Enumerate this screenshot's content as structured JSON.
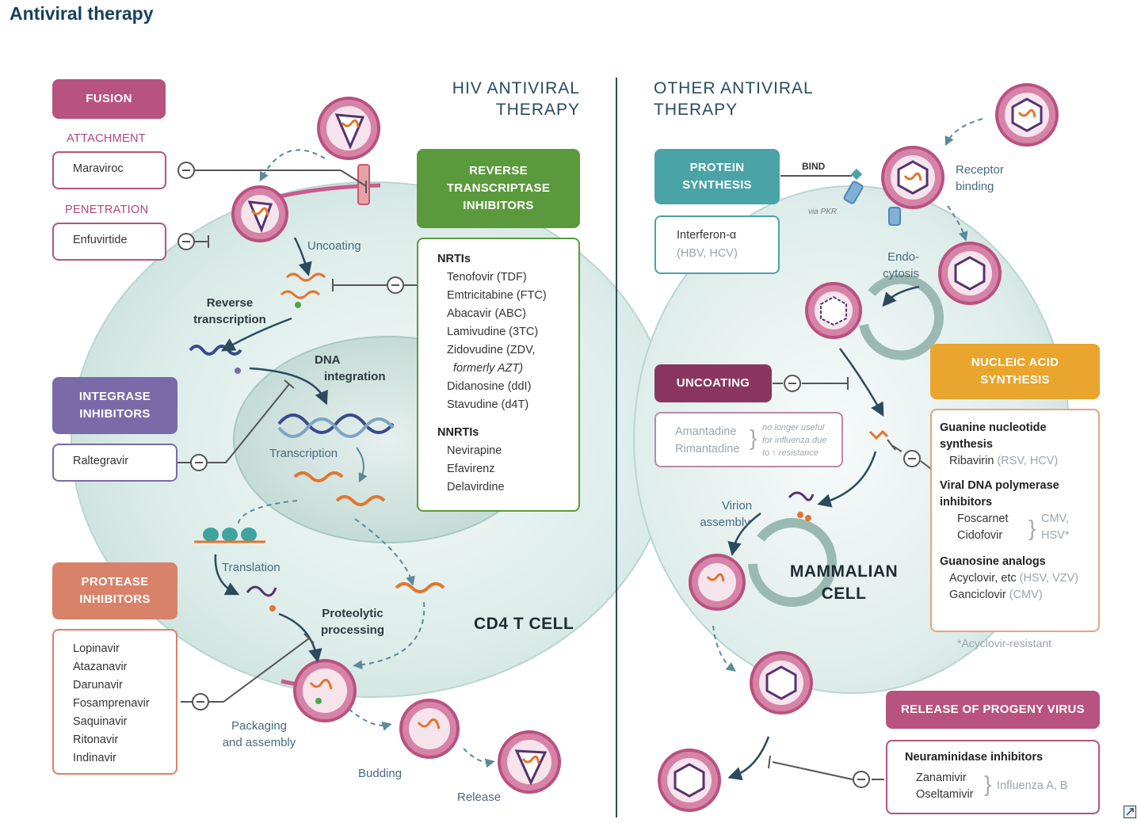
{
  "title": "Antiviral therapy",
  "hiv": {
    "title_line1": "HIV ANTIVIRAL",
    "title_line2": "THERAPY",
    "cell_label": "CD4 T CELL",
    "fusion": {
      "header": "FUSION",
      "attachment_label": "ATTACHMENT",
      "attachment_drug": "Maraviroc",
      "penetration_label": "PENETRATION",
      "penetration_drug": "Enfuvirtide"
    },
    "rti": {
      "header_line1": "REVERSE",
      "header_line2": "TRANSCRIPTASE",
      "header_line3": "INHIBITORS",
      "nrti_label": "NRTIs",
      "nrtis": [
        "Tenofovir (TDF)",
        "Emtricitabine (FTC)",
        "Abacavir (ABC)",
        "Lamivudine (3TC)",
        "Zidovudine (ZDV,"
      ],
      "formerly": "formerly AZT)",
      "nrtis_more": [
        "Didanosine (ddI)",
        "Stavudine (d4T)"
      ],
      "nnrti_label": "NNRTIs",
      "nnrtis": [
        "Nevirapine",
        "Efavirenz",
        "Delavirdine"
      ]
    },
    "integrase": {
      "header_line1": "INTEGRASE",
      "header_line2": "INHIBITORS",
      "drug": "Raltegravir"
    },
    "protease": {
      "header_line1": "PROTEASE",
      "header_line2": "INHIBITORS",
      "drugs": [
        "Lopinavir",
        "Atazanavir",
        "Darunavir",
        "Fosamprenavir",
        "Saquinavir",
        "Ritonavir",
        "Indinavir"
      ]
    },
    "steps": {
      "uncoating": "Uncoating",
      "rt_line1": "Reverse",
      "rt_line2": "transcription",
      "dna_line1": "DNA",
      "dna_line2": "integration",
      "transcription": "Transcription",
      "translation": "Translation",
      "proteolytic_line1": "Proteolytic",
      "proteolytic_line2": "processing",
      "packaging_line1": "Packaging",
      "packaging_line2": "and assembly",
      "budding": "Budding",
      "release": "Release"
    }
  },
  "other": {
    "title_line1": "OTHER ANTIVIRAL",
    "title_line2": "THERAPY",
    "cell_line1": "MAMMALIAN",
    "cell_line2": "CELL",
    "protein": {
      "header_line1": "PROTEIN",
      "header_line2": "SYNTHESIS",
      "drug": "Interferon-α",
      "drug_note": "(HBV, HCV)",
      "bind": "BIND",
      "via_pkr": "via PKR"
    },
    "uncoating": {
      "header": "UNCOATING",
      "drug1": "Amantadine",
      "drug2": "Rimantadine",
      "note1": "no longer useful",
      "note2": "for influenza due",
      "note3": "to ↑ resistance"
    },
    "nucleic": {
      "header_line1": "NUCLEIC ACID",
      "header_line2": "SYNTHESIS",
      "g1_line1": "Guanine nucleotide",
      "g1_line2": "synthesis",
      "ribavirin": "Ribavirin",
      "ribavirin_note": "(RSV, HCV)",
      "g2_line1": "Viral DNA polymerase",
      "g2_line2": "inhibitors",
      "foscarnet": "Foscarnet",
      "cidofovir": "Cidofovir",
      "cmv": "CMV,",
      "hsv": "HSV*",
      "g3": "Guanosine analogs",
      "acyclovir": "Acyclovir, etc",
      "acyclovir_note": "(HSV, VZV)",
      "ganciclovir": "Ganciclovir",
      "ganciclovir_note": "(CMV)",
      "footnote": "*Acyclovir-resistant"
    },
    "release": {
      "header": "RELEASE OF PROGENY VIRUS",
      "group": "Neuraminidase inhibitors",
      "drug1": "Zanamivir",
      "drug2": "Oseltamivir",
      "note": "Influenza A, B"
    },
    "steps": {
      "receptor_line1": "Receptor",
      "receptor_line2": "binding",
      "endo_line1": "Endo-",
      "endo_line2": "cytosis",
      "virion_line1": "Virion",
      "virion_line2": "assembly"
    }
  },
  "colors": {
    "fusion": "#b8527f",
    "rti": "#5b9a3c",
    "integrase": "#7b6aa8",
    "protease": "#d9826a",
    "protein": "#4aa3a6",
    "uncoating": "#8a3560",
    "nucleic": "#e9a52d",
    "release": "#b8527f",
    "cell": "#dcece9",
    "virus": "#c85a8c"
  }
}
